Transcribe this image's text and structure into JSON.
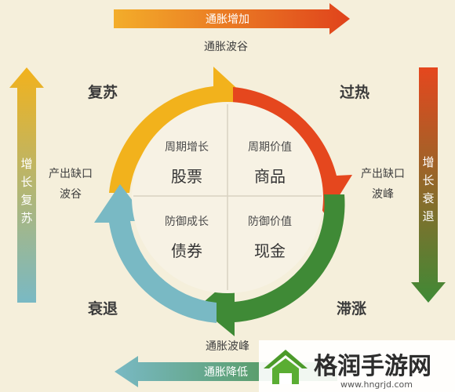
{
  "top_arrow": {
    "label": "通胀增加",
    "sub_label": "通胀波谷"
  },
  "bottom_arrow": {
    "label": "通胀降低",
    "sub_label": "通胀波峰"
  },
  "left_arrow": {
    "chars": [
      "增",
      "长",
      "复",
      "苏"
    ]
  },
  "right_arrow": {
    "chars": [
      "增",
      "长",
      "衰",
      "退"
    ]
  },
  "phases": {
    "recovery": "复苏",
    "overheat": "过热",
    "stagflation": "滞涨",
    "recession": "衰退"
  },
  "left_side": {
    "line1": "产出缺口",
    "line2": "波谷"
  },
  "right_side": {
    "line1": "产出缺口",
    "line2": "波峰"
  },
  "quadrants": {
    "top_left": {
      "title": "周期增长",
      "asset": "股票"
    },
    "top_right": {
      "title": "周期价值",
      "asset": "商品"
    },
    "bottom_left": {
      "title": "防御成长",
      "asset": "债券"
    },
    "bottom_right": {
      "title": "防御价值",
      "asset": "现金"
    }
  },
  "watermark": {
    "brand": "格润手游网",
    "url": "www.hngrjd.com"
  },
  "colors": {
    "background": "#f5efdb",
    "recovery_yellow": "#f2b21c",
    "overheat_red": "#e5471e",
    "stagflation_green": "#3f8a36",
    "recession_teal": "#79b9c4",
    "watermark_green": "#4c9a2a"
  }
}
